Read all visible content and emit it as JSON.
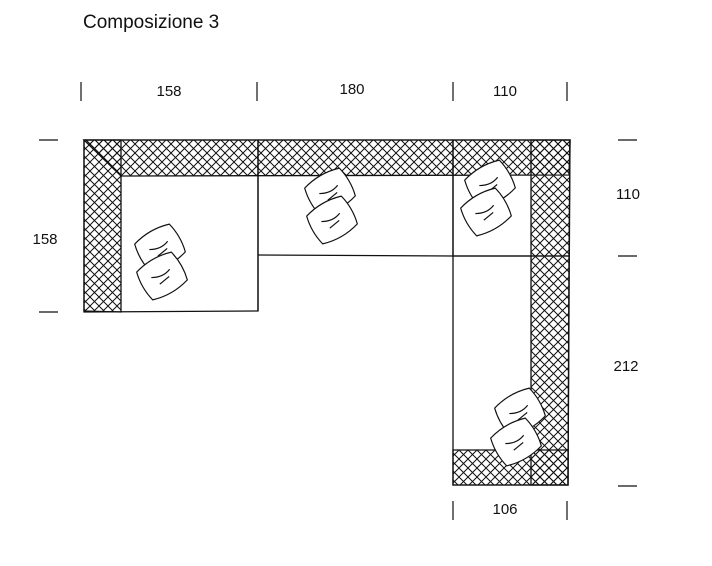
{
  "title": "Composizione 3",
  "dimensions": {
    "top_1": "158",
    "top_2": "180",
    "top_3": "110",
    "left": "158",
    "right_1": "110",
    "right_2": "212",
    "bottom": "106"
  },
  "colors": {
    "line": "#111111",
    "background": "#ffffff"
  },
  "icons": {
    "cushion": "cushion-icon",
    "upholstery": "crosshatch-pattern"
  }
}
